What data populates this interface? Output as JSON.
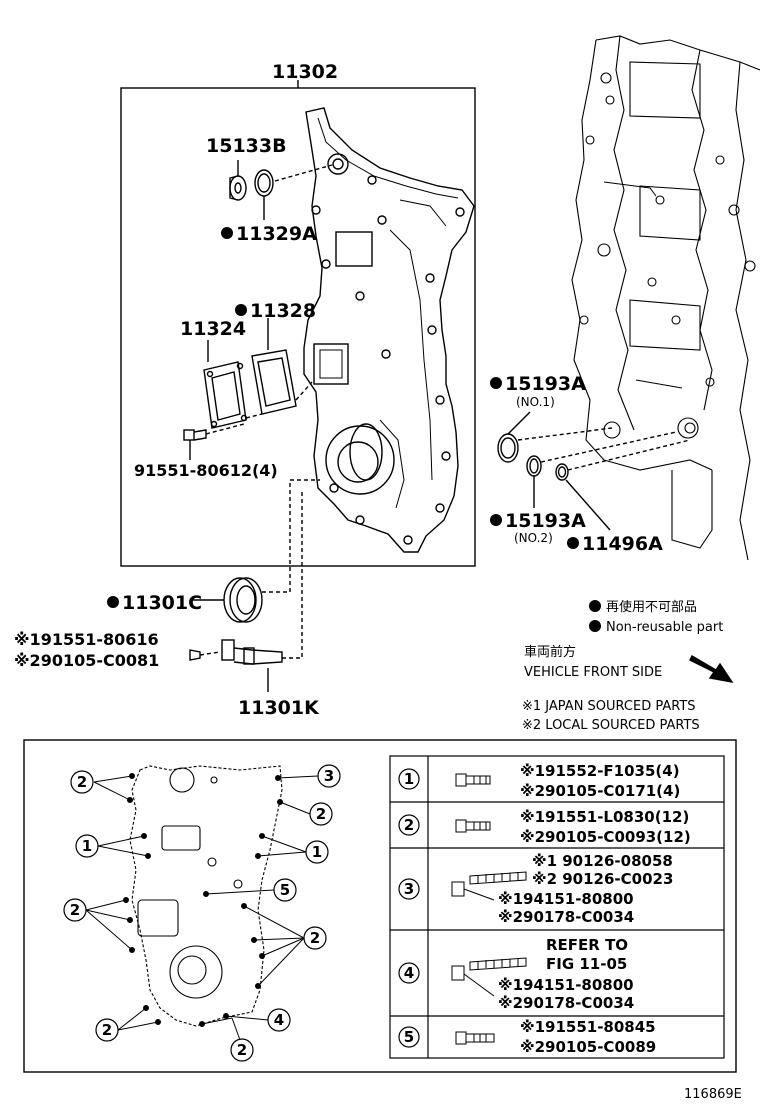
{
  "upper": {
    "cover_part": "11302",
    "parts": {
      "p15133B": "15133B",
      "p11329A": "11329A",
      "p11328": "11328",
      "p11324": "11324",
      "p91551": "91551-80612(4)",
      "p15193A_1": "15193A",
      "no1": "(NO.1)",
      "p15193A_2": "15193A",
      "no2": "(NO.2)",
      "p11496A": "11496A",
      "p11301C": "11301C",
      "sensor_bolt_1": "※191551-80616",
      "sensor_bolt_2": "※290105-C0081",
      "p11301K": "11301K"
    },
    "legend": {
      "reuse_jp": "再使用不可部品",
      "reuse_en": "Non-reusable part",
      "front_jp": "車両前方",
      "front_en": "VEHICLE FRONT SIDE",
      "note1": "※1 JAPAN SOURCED PARTS",
      "note2": "※2 LOCAL SOURCED PARTS"
    }
  },
  "lower": {
    "callouts": [
      "2",
      "3",
      "2",
      "1",
      "1",
      "5",
      "2",
      "2",
      "2",
      "4",
      "2"
    ],
    "rows": [
      {
        "num": "1",
        "lines": [
          "※191552-F1035(4)",
          "※290105-C0171(4)"
        ]
      },
      {
        "num": "2",
        "lines": [
          "※191551-L0830(12)",
          "※290105-C0093(12)"
        ]
      },
      {
        "num": "3",
        "lines": [
          "※1 90126-08058",
          "※2 90126-C0023",
          "※194151-80800",
          "※290178-C0034"
        ]
      },
      {
        "num": "4",
        "lines": [
          "REFER TO",
          "FIG 11-05",
          "※194151-80800",
          "※290178-C0034"
        ]
      },
      {
        "num": "5",
        "lines": [
          "※191551-80845",
          "※290105-C0089"
        ]
      }
    ]
  },
  "figure_id": "116869E"
}
